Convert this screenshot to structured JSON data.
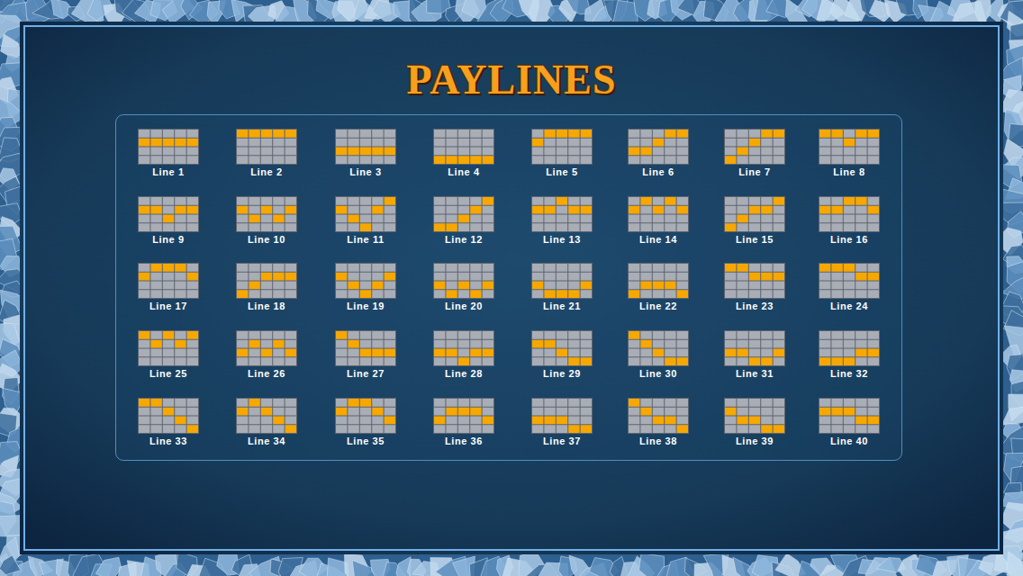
{
  "diagram": {
    "title": "PAYLINES",
    "nodes": [
      {
        "text": [
          "Line 1"
        ]
      },
      {
        "text": [
          "Line 2"
        ]
      },
      {
        "text": [
          "Line 3"
        ]
      },
      {
        "text": [
          "Line 4"
        ]
      },
      {
        "text": [
          "Line 5"
        ]
      },
      {
        "text": [
          "Line 6"
        ]
      },
      {
        "text": [
          "Line 7"
        ]
      },
      {
        "text": [
          "Line 8"
        ]
      },
      {
        "text": [
          "Line 9"
        ]
      },
      {
        "text": [
          "Line 10"
        ]
      },
      {
        "text": [
          "Line 11"
        ]
      },
      {
        "text": [
          "Line 12"
        ]
      },
      {
        "text": [
          "Line 13"
        ]
      },
      {
        "text": [
          "Line 14"
        ]
      },
      {
        "text": [
          "Line 15"
        ]
      },
      {
        "text": [
          "Line 16"
        ]
      },
      {
        "text": [
          "Line 17"
        ]
      },
      {
        "text": [
          "Line 18"
        ]
      },
      {
        "text": [
          "Line 19"
        ]
      },
      {
        "text": [
          "Line 20"
        ]
      },
      {
        "text": [
          "Line 21"
        ]
      },
      {
        "text": [
          "Line 22"
        ]
      },
      {
        "text": [
          "Line 23"
        ]
      },
      {
        "text": [
          "Line 24"
        ]
      },
      {
        "text": [
          "Line 25"
        ]
      },
      {
        "text": [
          "Line 26"
        ]
      },
      {
        "text": [
          "Line 27"
        ]
      },
      {
        "text": [
          "Line 28"
        ]
      },
      {
        "text": [
          "Line 29"
        ]
      },
      {
        "text": [
          "Line 30"
        ]
      },
      {
        "text": [
          "Line 31"
        ]
      },
      {
        "text": [
          "Line 32"
        ]
      },
      {
        "text": [
          "Line 33"
        ]
      },
      {
        "text": [
          "Line 34"
        ]
      },
      {
        "text": [
          "Line 35"
        ]
      },
      {
        "text": [
          "Line 36"
        ]
      },
      {
        "text": [
          "Line 37"
        ]
      },
      {
        "text": [
          "Line 38"
        ]
      },
      {
        "text": [
          "Line 39"
        ]
      },
      {
        "text": [
          "Line 40"
        ]
      }
    ]
  }
}
